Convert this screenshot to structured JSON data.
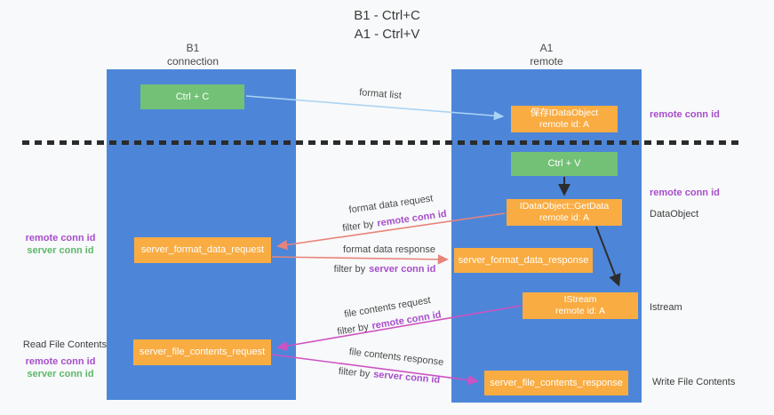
{
  "title": {
    "line1": "B1 - Ctrl+C",
    "line2": "A1 - Ctrl+V"
  },
  "lanes": {
    "left": {
      "name": "B1",
      "role": "connection"
    },
    "right": {
      "name": "A1",
      "role": "remote"
    }
  },
  "boxes": {
    "ctrl_c": {
      "label": "Ctrl + C"
    },
    "save_idataobject": {
      "line1": "保存IDataObject",
      "line2": "remote id: A"
    },
    "ctrl_v": {
      "label": "Ctrl + V"
    },
    "getdata": {
      "line1": "IDataObject::GetData",
      "line2": "remote id: A"
    },
    "format_request": {
      "label": "server_format_data_request"
    },
    "format_response": {
      "label": "server_format_data_response"
    },
    "istream": {
      "line1": "IStream",
      "line2": "remote id: A"
    },
    "file_request": {
      "label": "server_file_contents_request"
    },
    "file_response": {
      "label": "server_file_contents_response"
    }
  },
  "flow_labels": {
    "format_list": "format list",
    "format_request": "format data request",
    "format_request_filter": "filter by",
    "format_request_filter_key": "remote conn id",
    "format_response": "format data response",
    "format_response_filter": "filter by",
    "format_response_filter_key": "server conn id",
    "file_request": "file contents request",
    "file_request_filter": "filter by",
    "file_request_filter_key": "remote conn id",
    "file_response": "file contents response",
    "file_response_filter": "filter by",
    "file_response_filter_key": "server conn id"
  },
  "annotations": {
    "right_remote_conn_top": "remote conn id",
    "right_remote_conn_mid": "remote conn id",
    "right_dataobject": "DataObject",
    "right_istream": "Istream",
    "right_write_file_contents": "Write File Contents",
    "left_remote_conn_1": "remote conn id",
    "left_server_conn_1": "server conn id",
    "left_read_file_contents": "Read File Contents",
    "left_remote_conn_2": "remote conn id",
    "left_server_conn_2": "server conn id"
  },
  "colors": {
    "lane_blue": "#4d86d8",
    "box_green": "#73c176",
    "box_orange": "#f9ac42",
    "arrow_light_blue": "#aad4f5",
    "arrow_salmon": "#e8837b",
    "arrow_magenta": "#cf52c2",
    "arrow_black": "#2d2d2d",
    "text_purple": "#a64ecb",
    "text_green": "#5eb86a",
    "divider_black": "#2b2b2b",
    "background": "#f8f9fa"
  }
}
